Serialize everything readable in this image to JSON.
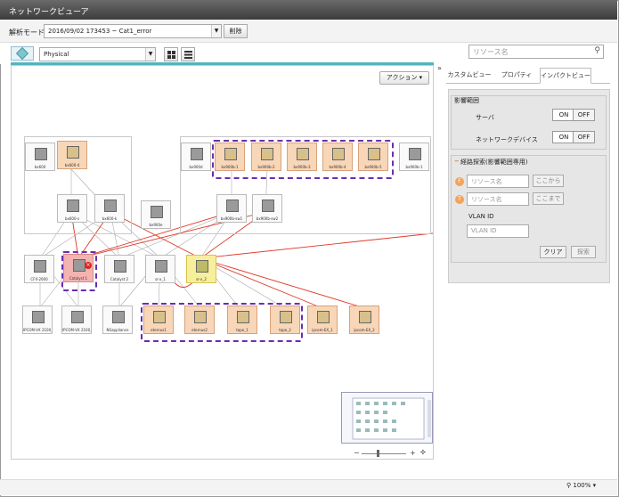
{
  "window": {
    "title": "ネットワークビューア"
  },
  "analysis": {
    "mode_label": "解析モード",
    "mode_value": "2016/09/02 173453 ~ Cat1_error",
    "delete_label": "削除"
  },
  "view": {
    "layer_value": "Physical",
    "search_placeholder": "リソース名",
    "action_label": "アクション ▾"
  },
  "panel": {
    "tabs": [
      {
        "label": "カスタムビュー"
      },
      {
        "label": "プロパティ"
      },
      {
        "label": "インパクトビュー"
      }
    ],
    "impact": {
      "title": "影響範囲",
      "server_label": "サーバ",
      "network_label": "ネットワークデバイス",
      "on": "ON",
      "off": "OFF"
    },
    "path": {
      "title": "経路探索(影響範囲専用)",
      "from_placeholder": "リソース名",
      "to_placeholder": "リソース名",
      "from_btn": "ここから",
      "to_btn": "ここまで",
      "vlan_label": "VLAN ID",
      "vlan_placeholder": "VLAN ID",
      "clear": "クリア",
      "search": "探索"
    }
  },
  "status": {
    "zoom": "100%"
  },
  "nodes": [
    {
      "id": "n1",
      "label": "bx600",
      "style": "plain"
    },
    {
      "id": "n2",
      "label": "bx600-4",
      "style": "org"
    },
    {
      "id": "n3",
      "label": "bx600-s",
      "style": "plain"
    },
    {
      "id": "n4",
      "label": "bx600-k",
      "style": "plain"
    },
    {
      "id": "n5",
      "label": "bx900e",
      "style": "plain"
    },
    {
      "id": "n6",
      "label": "bx900d",
      "style": "plain"
    },
    {
      "id": "n7",
      "label": "bx900b-1",
      "style": "org"
    },
    {
      "id": "n8",
      "label": "bx900b-2",
      "style": "org"
    },
    {
      "id": "n9",
      "label": "bx900b-3",
      "style": "org"
    },
    {
      "id": "n10",
      "label": "bx900b-4",
      "style": "org"
    },
    {
      "id": "n11",
      "label": "bx900b-5",
      "style": "org"
    },
    {
      "id": "n12",
      "label": "bx900b-1",
      "style": "plain"
    },
    {
      "id": "n13",
      "label": "bx900b-sw1",
      "style": "plain"
    },
    {
      "id": "n14",
      "label": "bx900b-sw2",
      "style": "plain"
    },
    {
      "id": "n15",
      "label": "CFX-2000",
      "style": "plain"
    },
    {
      "id": "n16",
      "label": "Catalyst 1",
      "style": "red"
    },
    {
      "id": "n17",
      "label": "Catalyst 2",
      "style": "plain"
    },
    {
      "id": "n18",
      "label": "sr-x_1",
      "style": "plain"
    },
    {
      "id": "n19",
      "label": "sr-x_2",
      "style": "yel"
    },
    {
      "id": "n20",
      "label": "IPCOM-VX 2100_1",
      "style": "plain"
    },
    {
      "id": "n21",
      "label": "IPCOM-VX 2100_2",
      "style": "plain"
    },
    {
      "id": "n22",
      "label": "NSappliance",
      "style": "plain"
    },
    {
      "id": "n23",
      "label": "eternus1",
      "style": "org"
    },
    {
      "id": "n24",
      "label": "eternus2",
      "style": "org"
    },
    {
      "id": "n25",
      "label": "tape_1",
      "style": "org"
    },
    {
      "id": "n26",
      "label": "tape_2",
      "style": "org"
    },
    {
      "id": "n27",
      "label": "ipcom-EX_1",
      "style": "org"
    },
    {
      "id": "n28",
      "label": "ipcom-EX_2",
      "style": "org"
    }
  ]
}
